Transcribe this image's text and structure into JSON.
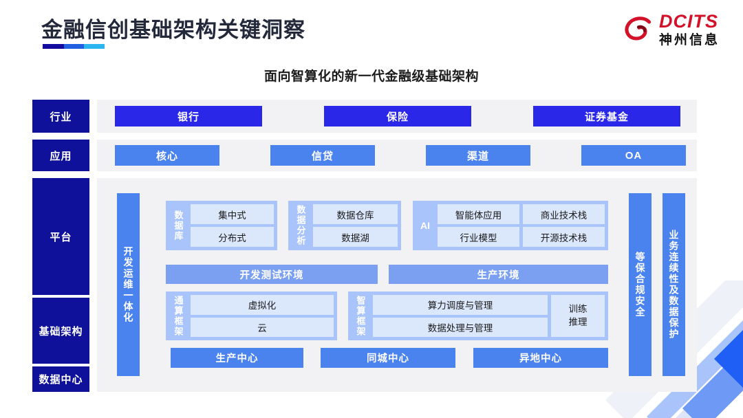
{
  "header": {
    "title": "金融信创基础架构关键洞察",
    "rule_colors": [
      "#130a9e",
      "#1f5fe0",
      "#2bb6ef"
    ],
    "logo": {
      "mark": "dcits-swirl-icon",
      "en": "DCITS",
      "cn": "神州信息",
      "color": "#d3122a"
    }
  },
  "subtitle": "面向智算化的新一代金融级基础架构",
  "sidebar": {
    "items": [
      {
        "key": "industry",
        "label": "行业"
      },
      {
        "key": "application",
        "label": "应用"
      },
      {
        "key": "platform",
        "label": "平台"
      },
      {
        "key": "infra",
        "label": "基础架构"
      },
      {
        "key": "datacenter",
        "label": "数据中心"
      }
    ],
    "bg": "#10119a",
    "text": "#ffffff"
  },
  "industry_row": {
    "bg": "#f2f2f4",
    "chip_color": "#2a27e8",
    "chips": [
      {
        "label": "银行"
      },
      {
        "label": "保险"
      },
      {
        "label": "证券基金"
      }
    ]
  },
  "application_row": {
    "bg": "#f2f2f4",
    "chip_color": "#4a82ee",
    "chips": [
      {
        "label": "核心"
      },
      {
        "label": "信贷"
      },
      {
        "label": "渠道"
      },
      {
        "label": "OA"
      }
    ]
  },
  "platform": {
    "bg": "#f2f2f4",
    "devops_bar": {
      "label": "开发运维一体化",
      "color": "#4a82ee"
    },
    "groups": [
      {
        "key": "database",
        "label": "数据库",
        "cells": [
          "集中式",
          "分布式"
        ]
      },
      {
        "key": "data-analytics",
        "label": "数据分析",
        "cells": [
          "数据仓库",
          "数据湖"
        ]
      },
      {
        "key": "ai",
        "label": "AI",
        "col_left": [
          "智能体应用",
          "行业模型"
        ],
        "col_right": [
          "商业技术栈",
          "开源技术栈"
        ]
      }
    ],
    "environments": [
      {
        "key": "dev-test",
        "label": "开发测试环境"
      },
      {
        "key": "production",
        "label": "生产环境"
      }
    ],
    "frameworks": [
      {
        "key": "general-compute",
        "label": "通算框架",
        "cells": [
          "虚拟化",
          "云"
        ]
      },
      {
        "key": "intelligent-compute",
        "label": "智算框架",
        "cells": [
          "算力调度与管理",
          "数据处理与管理"
        ],
        "side_cell": "训练\n推理",
        "side_cell_lines": [
          "训练",
          "推理"
        ]
      }
    ],
    "centers": [
      {
        "key": "production-center",
        "label": "生产中心"
      },
      {
        "key": "metro-center",
        "label": "同城中心"
      },
      {
        "key": "remote-center",
        "label": "异地中心"
      }
    ],
    "right_bars": [
      {
        "key": "compliance-security",
        "label": "等保合规安全"
      },
      {
        "key": "business-continuity",
        "label": "业务连续性及数据保护"
      }
    ]
  },
  "decor": {
    "corner_colors": [
      "#eef1f7",
      "#a9c4fb",
      "#dce6f8",
      "#6e9af6",
      "#1f5ff5"
    ]
  }
}
